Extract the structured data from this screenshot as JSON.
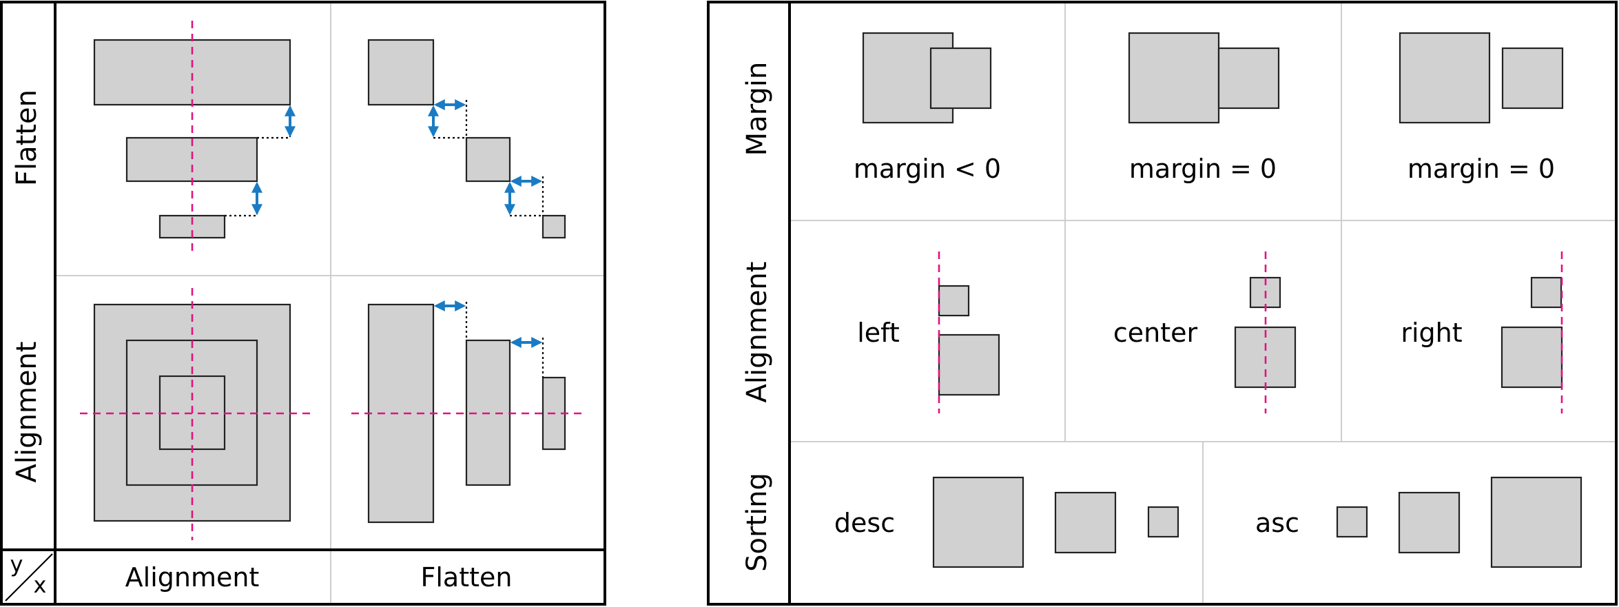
{
  "left_panel": {
    "row_labels": {
      "flatten": "Flatten",
      "alignment": "Alignment"
    },
    "col_labels": {
      "alignment": "Alignment",
      "flatten": "Flatten"
    },
    "corner": {
      "y": "y",
      "x": "x"
    }
  },
  "right_panel": {
    "rows": {
      "margin": "Margin",
      "alignment": "Alignment",
      "sorting": "Sorting"
    },
    "margin_cells": [
      "margin < 0",
      "margin = 0",
      "margin = 0"
    ],
    "alignment_cells": [
      "left",
      "center",
      "right"
    ],
    "sorting_cells": [
      "desc",
      "asc"
    ]
  },
  "colors": {
    "box_fill": "#d1d1d1",
    "axis_line": "#e0137f",
    "spacing_arrow": "#1a7bc4"
  }
}
